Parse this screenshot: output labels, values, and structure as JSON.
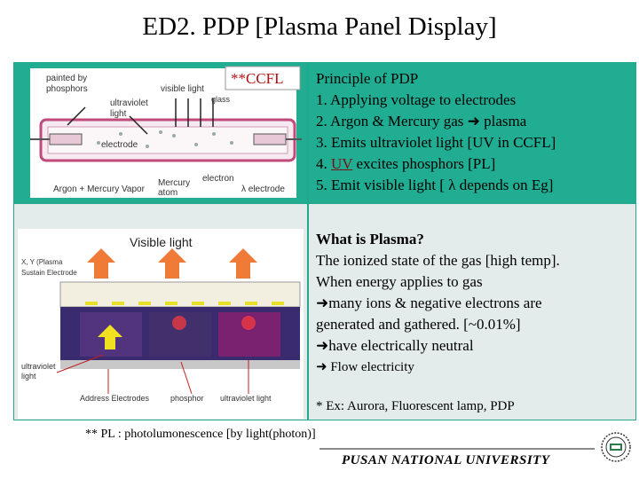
{
  "title": "ED2. PDP [Plasma Panel Display]",
  "ccfl_diagram": {
    "badge": "**CCFL",
    "labels": {
      "painted": "painted by",
      "painted2": "phosphors",
      "visible": "visible light",
      "glass": "glass",
      "ultraviolet": "ultraviolet",
      "ultraviolet2": "light",
      "electrode": "electrode",
      "argon": "Argon + Mercury Vapor",
      "mercury": "Mercury",
      "mercury2": "atom",
      "electron": "electron",
      "lambda_electrode": "λ electrode"
    }
  },
  "principle": {
    "heading": "Principle of PDP",
    "item1": "1.  Applying voltage to electrodes",
    "item2_pre": "2.  Argon & Mercury gas",
    "item2_post": " plasma",
    "item3": "3.  Emits ultraviolet light [UV in CCFL]",
    "item4_num": "4.  ",
    "item4_uv": "UV",
    "item4_rest": " excites phosphors [PL]",
    "item5": "5.  Emit visible light [ λ depends on Eg]"
  },
  "pdp_diagram": {
    "labels": {
      "visible": "Visible light",
      "xy1": "X, Y (Plasma",
      "xy2": "Sustain Electrode",
      "ultraviolet": "ultraviolet",
      "ultraviolet2": "light",
      "address": "Address Electrodes",
      "phosphor": "phosphor",
      "uv_light": "ultraviolet light"
    }
  },
  "plasma": {
    "heading": "What is Plasma?",
    "line1": "The ionized state of the gas [high temp].",
    "line2": "When energy applies to gas",
    "line3": "many ions & negative electrons are",
    "line4": "generated and gathered. [~0.01%]",
    "line5": "have electrically neutral",
    "line6": " Flow electricity",
    "example": "* Ex: Aurora, Fluorescent lamp, PDP"
  },
  "footnote": "** PL : photolumonescence [by light(photon)]",
  "university": "PUSAN  NATIONAL  UNIVERSITY",
  "colors": {
    "panel": "#20ad92",
    "light_panel": "#e3ecea",
    "arrow": "#f07a38"
  }
}
